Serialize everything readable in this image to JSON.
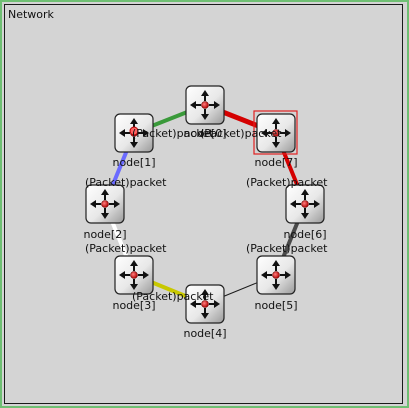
{
  "module": {
    "name": "Network"
  },
  "nodes": [
    {
      "id": "node0",
      "label": "node[0]"
    },
    {
      "id": "node1",
      "label": "node[1]"
    },
    {
      "id": "node2",
      "label": "node[2]"
    },
    {
      "id": "node3",
      "label": "node[3]"
    },
    {
      "id": "node4",
      "label": "node[4]"
    },
    {
      "id": "node5",
      "label": "node[5]"
    },
    {
      "id": "node6",
      "label": "node[6]"
    },
    {
      "id": "node7",
      "label": "node[7]"
    }
  ],
  "selected_node": "node[7]",
  "links": [
    {
      "from": "node[0]",
      "to": "node[1]",
      "color": "#3a9a3a"
    },
    {
      "from": "node[0]",
      "to": "node[7]",
      "color": "#d40000"
    },
    {
      "from": "node[1]",
      "to": "node[2]",
      "color": "#6a6aff"
    },
    {
      "from": "node[2]",
      "to": "node[3]",
      "color": "#ffffff"
    },
    {
      "from": "node[3]",
      "to": "node[4]",
      "color": "#c8c800"
    },
    {
      "from": "node[4]",
      "to": "node[5]",
      "color": "#1a1a1a"
    },
    {
      "from": "node[5]",
      "to": "node[6]",
      "color": "#4a4a4a"
    },
    {
      "from": "node[6]",
      "to": "node[7]",
      "color": "#d40000"
    }
  ],
  "packets": [
    {
      "label": "(Packet)packet"
    },
    {
      "label": "(Packet)packet"
    },
    {
      "label": "(Packet)packet"
    },
    {
      "label": "(Packet)packet"
    },
    {
      "label": "(Packet)packet"
    },
    {
      "label": "(Packet)packet"
    },
    {
      "label": "(Packet)packet"
    }
  ]
}
